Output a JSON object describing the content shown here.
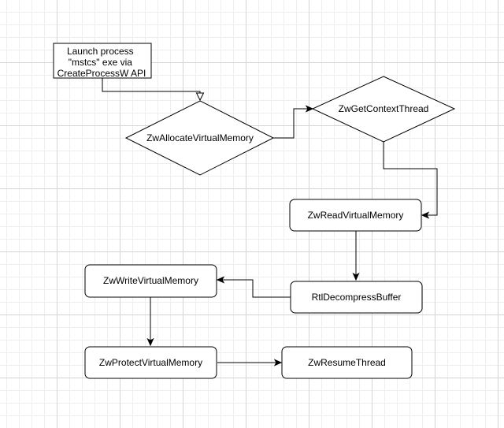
{
  "nodes": {
    "launch": {
      "lines": [
        "Launch process",
        "\"mstcs\" exe via",
        "CreateProcessW API"
      ]
    },
    "alloc": {
      "label": "ZwAllocateVirtualMemory"
    },
    "getctx": {
      "label": "ZwGetContextThread"
    },
    "read": {
      "label": "ZwReadVirtualMemory"
    },
    "decompress": {
      "label": "RtlDecompressBuffer"
    },
    "write": {
      "label": "ZwWriteVirtualMemory"
    },
    "protect": {
      "label": "ZwProtectVirtualMemory"
    },
    "resume": {
      "label": "ZwResumeThread"
    }
  }
}
